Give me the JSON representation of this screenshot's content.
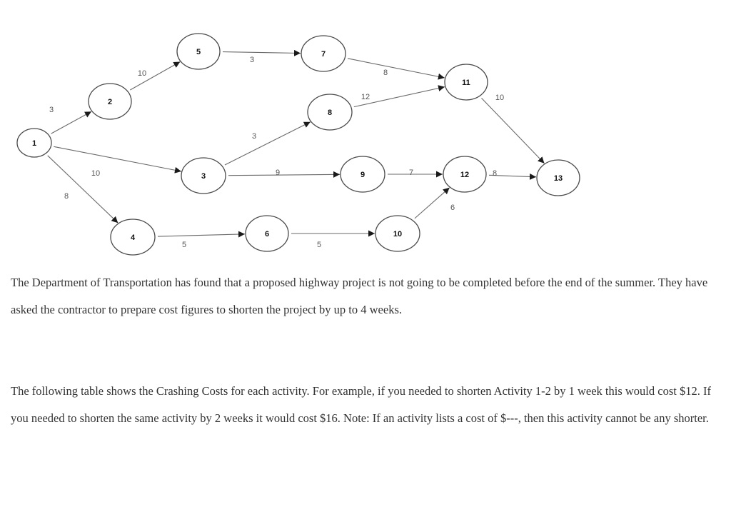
{
  "network": {
    "nodes": [
      {
        "id": "1",
        "label": "1"
      },
      {
        "id": "2",
        "label": "2"
      },
      {
        "id": "3",
        "label": "3"
      },
      {
        "id": "4",
        "label": "4"
      },
      {
        "id": "5",
        "label": "5"
      },
      {
        "id": "6",
        "label": "6"
      },
      {
        "id": "7",
        "label": "7"
      },
      {
        "id": "8",
        "label": "8"
      },
      {
        "id": "9",
        "label": "9"
      },
      {
        "id": "10",
        "label": "10"
      },
      {
        "id": "11",
        "label": "11"
      },
      {
        "id": "12",
        "label": "12"
      },
      {
        "id": "13",
        "label": "13"
      }
    ],
    "edges": [
      {
        "from": "1",
        "to": "2",
        "label": "3"
      },
      {
        "from": "1",
        "to": "3",
        "label": "10"
      },
      {
        "from": "1",
        "to": "4",
        "label": "8"
      },
      {
        "from": "2",
        "to": "5",
        "label": "10"
      },
      {
        "from": "5",
        "to": "7",
        "label": "3"
      },
      {
        "from": "7",
        "to": "11",
        "label": "8"
      },
      {
        "from": "3",
        "to": "8",
        "label": "3"
      },
      {
        "from": "8",
        "to": "11",
        "label": "12"
      },
      {
        "from": "3",
        "to": "9",
        "label": "9"
      },
      {
        "from": "9",
        "to": "12",
        "label": "7"
      },
      {
        "from": "4",
        "to": "6",
        "label": "5"
      },
      {
        "from": "6",
        "to": "10",
        "label": "5"
      },
      {
        "from": "10",
        "to": "12",
        "label": "6"
      },
      {
        "from": "11",
        "to": "13",
        "label": "10"
      },
      {
        "from": "12",
        "to": "13",
        "label": "8"
      }
    ]
  },
  "text": {
    "paragraph_1": "The Department of Transportation has found that a proposed highway project is not going to be completed before the end of the summer. They have asked the contractor to prepare cost figures to shorten the project by up to 4 weeks.",
    "paragraph_2": "The following table shows the Crashing Costs for each activity. For example, if you needed to shorten Activity 1-2 by 1 week this would cost $12. If you needed to shorten the same activity by 2 weeks it would cost $16. Note: If an activity lists a cost of $---, then this activity cannot be any shorter."
  }
}
